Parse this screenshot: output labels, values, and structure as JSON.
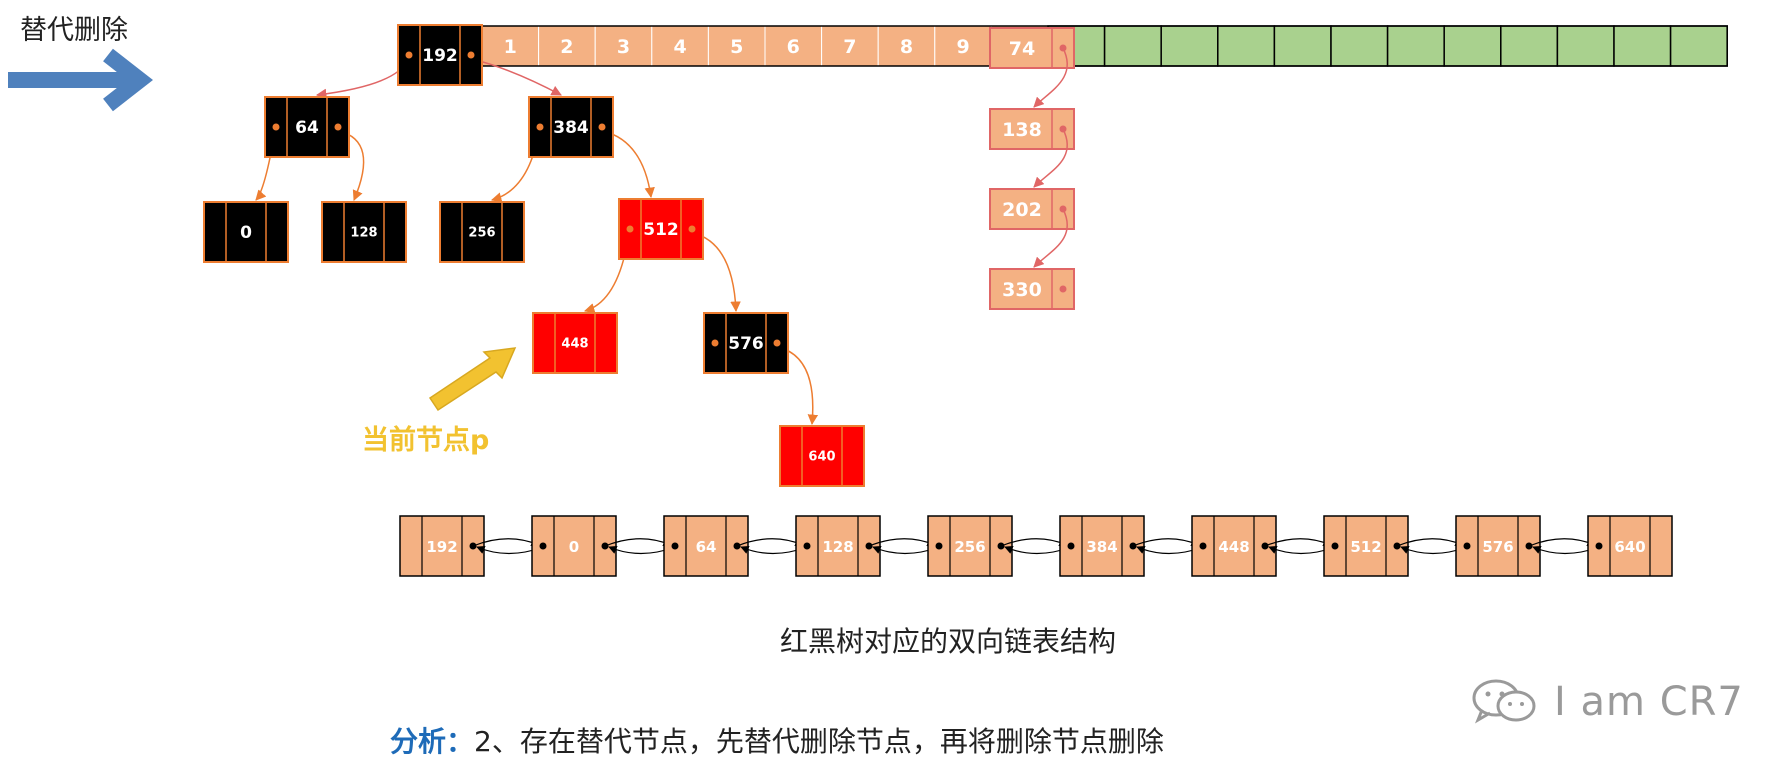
{
  "title": "替代删除",
  "current_node_label": "当前节点p",
  "caption": "红黑树对应的双向链表结构",
  "analysis": {
    "lead": "分析：",
    "text": "2、存在替代节点，先替代删除节点，再将删除节点删除"
  },
  "watermark": {
    "text": "I am CR7",
    "icon": "wechat-icon"
  },
  "colors": {
    "arrow_blue": "#4f81bd",
    "node_black": "#000000",
    "node_red": "#ff0000",
    "cell_salmon": "#f4b183",
    "cell_green": "#a9d18e",
    "border_orange": "#ed7d31",
    "pointer_red": "#e06666",
    "highlight_yellow": "#f2c230"
  },
  "bucket_array": {
    "cells": [
      {
        "label": "192",
        "kind": "tree-root"
      },
      {
        "label": "1",
        "kind": "salmon"
      },
      {
        "label": "2",
        "kind": "salmon"
      },
      {
        "label": "3",
        "kind": "salmon"
      },
      {
        "label": "4",
        "kind": "salmon"
      },
      {
        "label": "5",
        "kind": "salmon"
      },
      {
        "label": "6",
        "kind": "salmon"
      },
      {
        "label": "7",
        "kind": "salmon"
      },
      {
        "label": "8",
        "kind": "salmon"
      },
      {
        "label": "9",
        "kind": "salmon"
      },
      {
        "label": "",
        "kind": "salmon"
      },
      {
        "label": "",
        "kind": "green"
      },
      {
        "label": "",
        "kind": "green"
      },
      {
        "label": "",
        "kind": "green"
      },
      {
        "label": "",
        "kind": "green"
      },
      {
        "label": "",
        "kind": "green"
      },
      {
        "label": "",
        "kind": "green"
      },
      {
        "label": "",
        "kind": "green"
      },
      {
        "label": "",
        "kind": "green"
      },
      {
        "label": "",
        "kind": "green"
      },
      {
        "label": "",
        "kind": "green"
      },
      {
        "label": "",
        "kind": "green"
      },
      {
        "label": "",
        "kind": "green"
      }
    ]
  },
  "chain": [
    {
      "label": "74"
    },
    {
      "label": "138"
    },
    {
      "label": "202"
    },
    {
      "label": "330"
    }
  ],
  "tree": {
    "nodes": [
      {
        "id": "n192",
        "label": "192",
        "color": "black"
      },
      {
        "id": "n64",
        "label": "64",
        "color": "black"
      },
      {
        "id": "n384",
        "label": "384",
        "color": "black"
      },
      {
        "id": "n0",
        "label": "0",
        "color": "black"
      },
      {
        "id": "n128",
        "label": "128",
        "color": "black"
      },
      {
        "id": "n256",
        "label": "256",
        "color": "black"
      },
      {
        "id": "n512",
        "label": "512",
        "color": "red"
      },
      {
        "id": "n448",
        "label": "448",
        "color": "red"
      },
      {
        "id": "n576",
        "label": "576",
        "color": "black"
      },
      {
        "id": "n640",
        "label": "640",
        "color": "red"
      }
    ],
    "edges": [
      [
        "n192",
        "n64"
      ],
      [
        "n192",
        "n384"
      ],
      [
        "n64",
        "n0"
      ],
      [
        "n64",
        "n128"
      ],
      [
        "n384",
        "n256"
      ],
      [
        "n384",
        "n512"
      ],
      [
        "n512",
        "n448"
      ],
      [
        "n512",
        "n576"
      ],
      [
        "n576",
        "n640"
      ]
    ],
    "current_node": "n448"
  },
  "linked_list": [
    {
      "label": "192"
    },
    {
      "label": "0"
    },
    {
      "label": "64"
    },
    {
      "label": "128"
    },
    {
      "label": "256"
    },
    {
      "label": "384"
    },
    {
      "label": "448"
    },
    {
      "label": "512"
    },
    {
      "label": "576"
    },
    {
      "label": "640"
    }
  ]
}
